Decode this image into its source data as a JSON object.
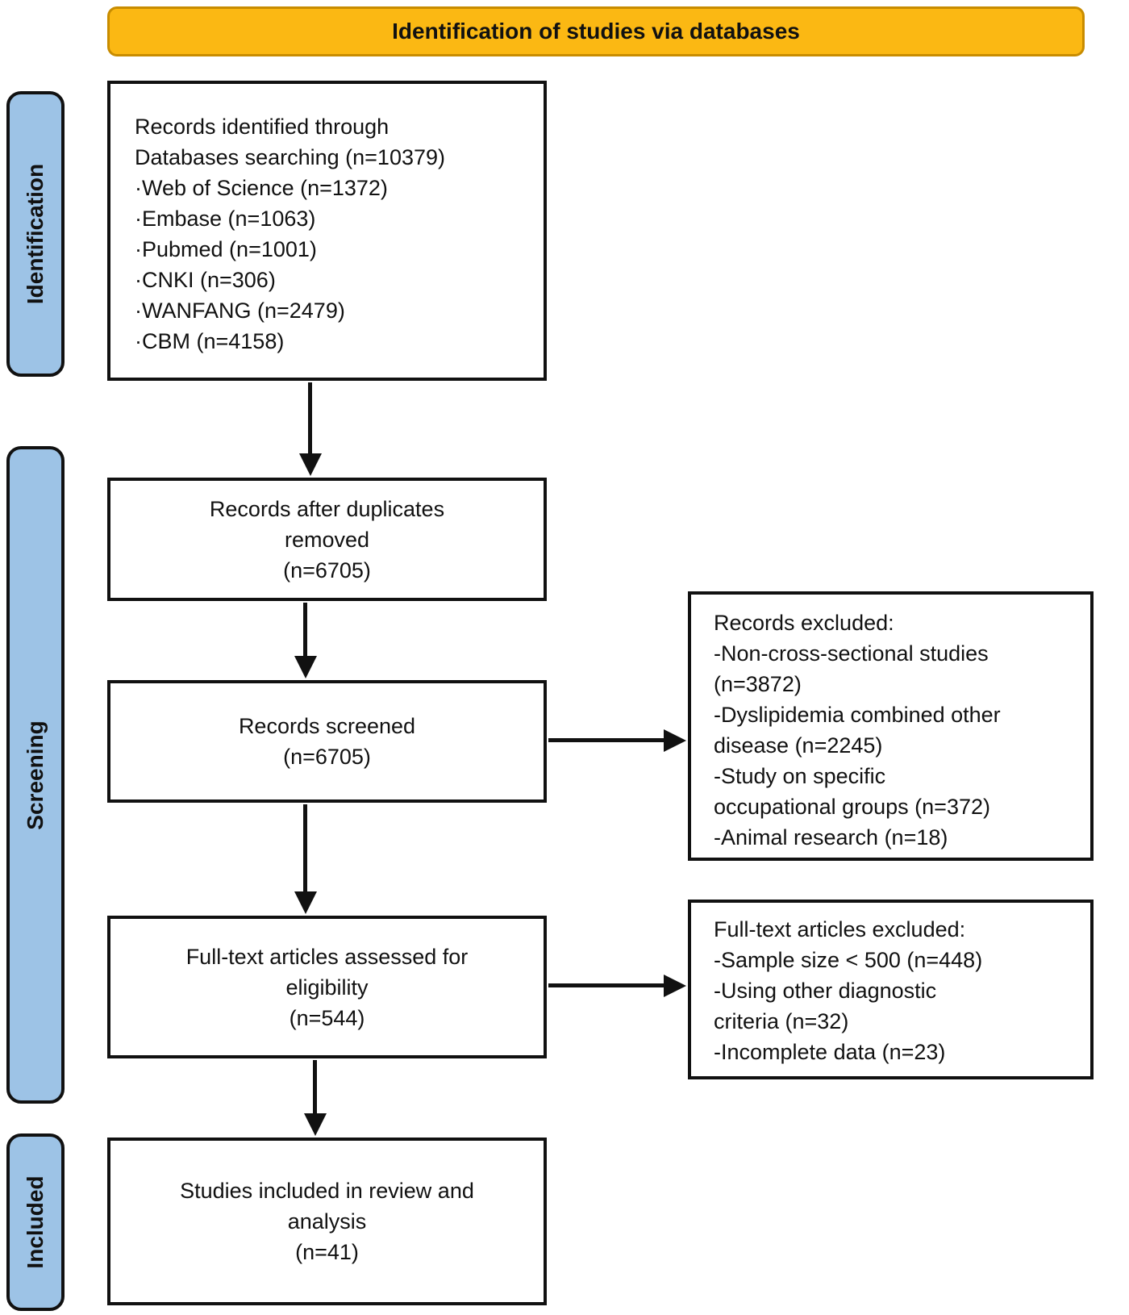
{
  "banner": {
    "title": "Identification of studies via databases"
  },
  "stages": [
    {
      "label": "Identification"
    },
    {
      "label": "Screening"
    },
    {
      "label": "Included"
    }
  ],
  "boxes": {
    "identified": {
      "lines": [
        "Records identified through",
        "Databases searching (n=10379)",
        "·Web of Science (n=1372)",
        "·Embase (n=1063)",
        "·Pubmed (n=1001)",
        "·CNKI (n=306)",
        "·WANFANG (n=2479)",
        "·CBM (n=4158)"
      ]
    },
    "duplicates": {
      "lines": [
        "Records after duplicates",
        "removed",
        "(n=6705)"
      ]
    },
    "screened": {
      "lines": [
        "Records screened",
        "(n=6705)"
      ]
    },
    "fulltext": {
      "lines": [
        "Full-text articles assessed for",
        "eligibility",
        "(n=544)"
      ]
    },
    "included": {
      "lines": [
        "Studies included in review and",
        "analysis",
        "(n=41)"
      ]
    },
    "records_excluded": {
      "lines": [
        "Records excluded:",
        "-Non-cross-sectional studies",
        "(n=3872)",
        "-Dyslipidemia combined other",
        "disease (n=2245)",
        "-Study on specific",
        "occupational groups (n=372)",
        "-Animal research (n=18)"
      ]
    },
    "fulltext_excluded": {
      "lines": [
        "Full-text articles excluded:",
        "-Sample size < 500 (n=448)",
        "-Using other diagnostic",
        "criteria (n=32)",
        "-Incomplete data (n=23)"
      ]
    }
  },
  "colors": {
    "banner_fill": "#FBB813",
    "banner_border": "#C88C00",
    "stage_fill": "#9DC3E6",
    "stage_border": "#111111",
    "box_border": "#111111",
    "arrow": "#111111",
    "text": "#111111",
    "background": "#FFFFFF"
  }
}
